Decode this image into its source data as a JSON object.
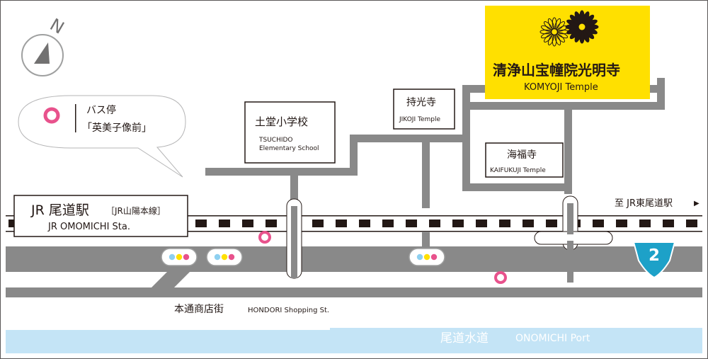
{
  "compass": {
    "label": "N"
  },
  "main_temple": {
    "name_ja": "清浄山宝幢院光明寺",
    "name_en": "KOMYOJI Temple",
    "color": "#FFE000",
    "icon": "chrysanthemum-crest-icon"
  },
  "temples": [
    {
      "name_ja": "持光寺",
      "name_en": "JIKOJI Temple"
    },
    {
      "name_ja": "海福寺",
      "name_en": "KAIFUKUJI Temple"
    }
  ],
  "school": {
    "name_ja": "土堂小学校",
    "name_en1": "TSUCHIDO",
    "name_en2": "Elementary School"
  },
  "bus_stop": {
    "label": "バス停",
    "name": "「英美子像前」",
    "marker_color": "#E8528C"
  },
  "station": {
    "name_ja": "JR 尾道駅",
    "line": "［JR山陽本線］",
    "name_en": "JR OMOMICHI Sta."
  },
  "direction": {
    "label": "至 JR東尾道駅",
    "arrow": "▶"
  },
  "route": {
    "number": "2",
    "color": "#1DA1C8"
  },
  "street": {
    "name_ja": "本通商店街",
    "name_en": "HONDORI Shopping St."
  },
  "waterway": {
    "name_ja": "尾道水道",
    "name_en": "ONOMICHI Port",
    "color": "#C4E4F6"
  },
  "colors": {
    "road": "#898989",
    "rail": "#231815",
    "signal": [
      "#8ED0F0",
      "#FFE000",
      "#E8528C"
    ]
  }
}
